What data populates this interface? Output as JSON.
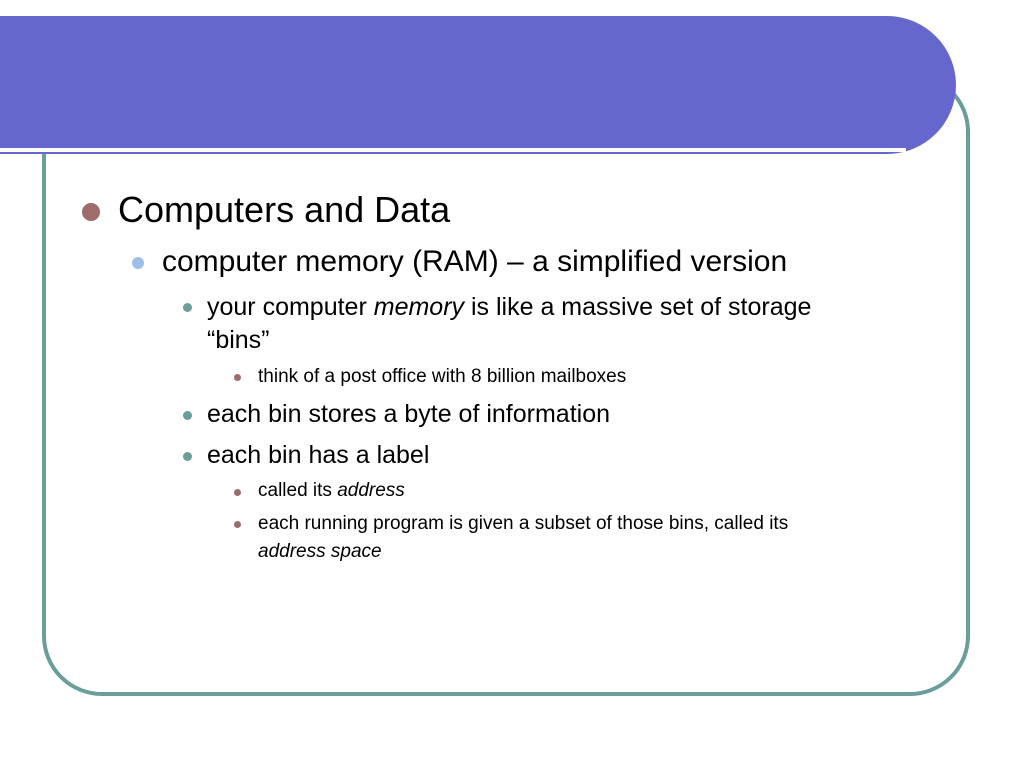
{
  "slide": {
    "bullets": {
      "b1": "Computers and Data",
      "b2": "computer memory (RAM) – a simplified version",
      "b3_pre": "your computer ",
      "b3_em": "memory",
      "b3_post": " is like a massive set of storage",
      "b3_line2": "“bins”",
      "b4": "think of a post office with 8 billion mailboxes",
      "b5": "each bin stores a byte of information",
      "b6": "each bin has a label",
      "b7_pre": "called its ",
      "b7_em": "address",
      "b8_line1": "each running program is given a subset of those bins, called its",
      "b8_em": "address space"
    }
  },
  "colors": {
    "header": "#6667cc",
    "frame": "#6a9e9a",
    "bullet_level1": "#a06b6b",
    "bullet_level2": "#9cc0e8",
    "bullet_level3": "#6a9e9a",
    "bullet_level4": "#a06b6b"
  }
}
